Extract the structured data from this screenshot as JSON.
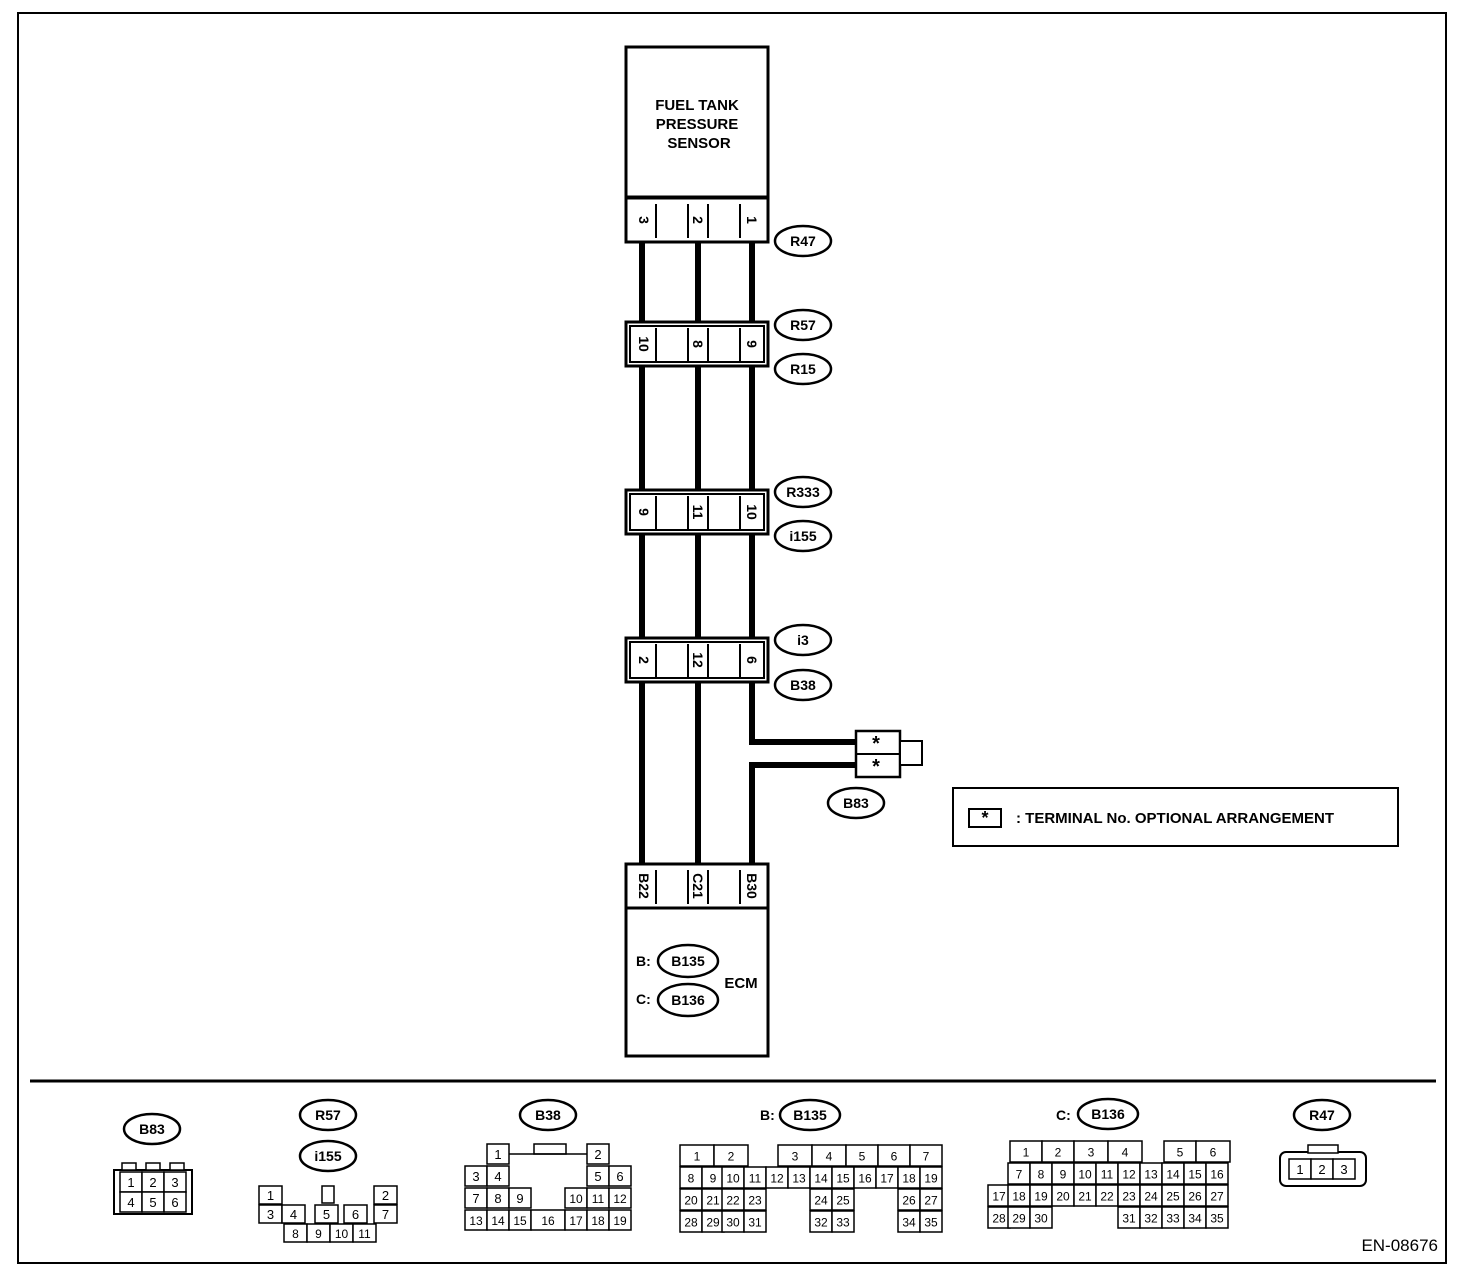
{
  "sensor": {
    "line1": "FUEL TANK",
    "line2": "PRESSURE",
    "line3": "SENSOR"
  },
  "ecm": {
    "label": "ECM",
    "prefix_b": "B:",
    "prefix_c": "C:",
    "conn_b": "B135",
    "conn_c": "B136"
  },
  "connectors": [
    {
      "terminals": [
        "3",
        "2",
        "1"
      ],
      "labels": [
        "R47"
      ]
    },
    {
      "terminals": [
        "10",
        "8",
        "9"
      ],
      "labels": [
        "R57",
        "R15"
      ]
    },
    {
      "terminals": [
        "9",
        "11",
        "10"
      ],
      "labels": [
        "R333",
        "i155"
      ]
    },
    {
      "terminals": [
        "2",
        "12",
        "6"
      ],
      "labels": [
        "i3",
        "B38"
      ]
    },
    {
      "terminals": [
        "B22",
        "C21",
        "B30"
      ],
      "labels": []
    }
  ],
  "b83": {
    "label": "B83",
    "pins": [
      "*",
      "*"
    ]
  },
  "note": {
    "star": "*",
    "text": ": TERMINAL No. OPTIONAL ARRANGEMENT"
  },
  "pinouts": {
    "b83": {
      "title": "B83",
      "pins": [
        "1",
        "2",
        "3",
        "4",
        "5",
        "6"
      ]
    },
    "r57_i155": {
      "title1": "R57",
      "title2": "i155",
      "pins": [
        "1",
        "2",
        "3",
        "4",
        "5",
        "6",
        "7",
        "8",
        "9",
        "10",
        "11"
      ]
    },
    "b38": {
      "title": "B38",
      "pins": [
        "1",
        "2",
        "3",
        "4",
        "5",
        "6",
        "7",
        "8",
        "9",
        "10",
        "11",
        "12",
        "13",
        "14",
        "15",
        "16",
        "17",
        "18",
        "19"
      ]
    },
    "b135": {
      "prefix": "B:",
      "title": "B135"
    },
    "b136": {
      "prefix": "C:",
      "title": "B136"
    },
    "r47": {
      "title": "R47",
      "pins": [
        "1",
        "2",
        "3"
      ]
    }
  },
  "figure_code": "EN-08676"
}
